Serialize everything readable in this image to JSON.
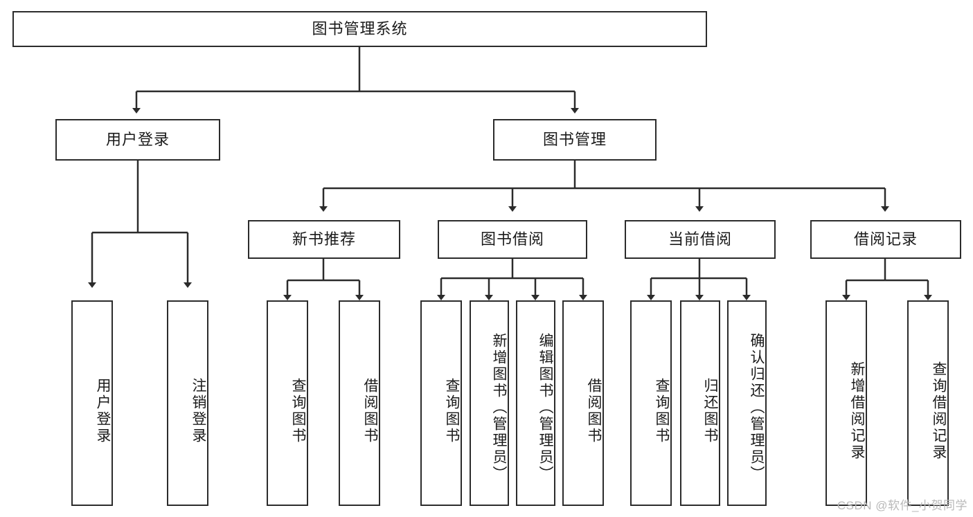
{
  "diagram": {
    "title": "图书管理系统",
    "type": "tree-hierarchy-diagram",
    "root": {
      "label": "图书管理系统"
    },
    "level2": [
      {
        "label": "用户登录"
      },
      {
        "label": "图书管理"
      }
    ],
    "level3": [
      {
        "label": "新书推荐"
      },
      {
        "label": "图书借阅"
      },
      {
        "label": "当前借阅"
      },
      {
        "label": "借阅记录"
      }
    ],
    "leaves": {
      "user_login": [
        {
          "label": "用户登录"
        },
        {
          "label": "注销登录"
        }
      ],
      "new_book_recommend": [
        {
          "label": "查询图书"
        },
        {
          "label": "借阅图书"
        }
      ],
      "book_borrow": [
        {
          "label": "查询图书"
        },
        {
          "label": "新增图书（管理员）"
        },
        {
          "label": "编辑图书（管理员）"
        },
        {
          "label": "借阅图书"
        }
      ],
      "current_borrow": [
        {
          "label": "查询图书"
        },
        {
          "label": "归还图书"
        },
        {
          "label": "确认归还（管理员）"
        }
      ],
      "borrow_record": [
        {
          "label": "新增借阅记录"
        },
        {
          "label": "查询借阅记录"
        }
      ]
    }
  },
  "watermark": {
    "text": "CSDN @软件_小贺同学"
  },
  "colors": {
    "stroke": "#2b2b2b",
    "background": "#ffffff",
    "text": "#1a1a1a",
    "watermark": "#b9b9b9"
  }
}
